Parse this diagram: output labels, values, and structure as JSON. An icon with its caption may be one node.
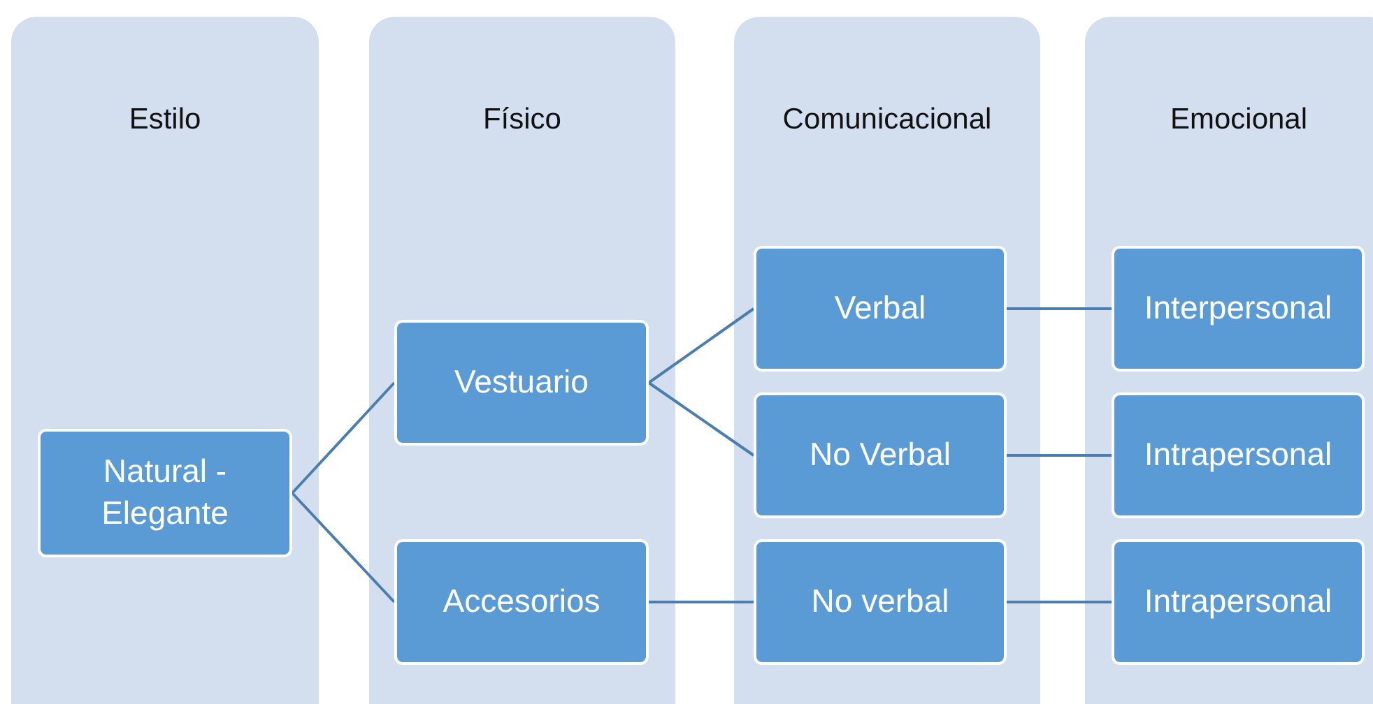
{
  "diagram": {
    "nodes": [
      {
        "text": [
          "Estilo"
        ]
      },
      {
        "text": [
          "Natural - Elegante"
        ],
        "in": 0
      },
      {
        "text": [
          "Físico"
        ]
      },
      {
        "text": [
          "Vestuario"
        ],
        "in": 2
      },
      {
        "text": [
          "Accesorios"
        ],
        "in": 2
      },
      {
        "text": [
          "Comunicacional"
        ]
      },
      {
        "text": [
          "Verbal"
        ],
        "in": 5
      },
      {
        "text": [
          "No Verbal"
        ],
        "in": 5
      },
      {
        "text": [
          "No verbal"
        ],
        "in": 5
      },
      {
        "text": [
          "Emocional"
        ]
      },
      {
        "text": [
          "Interpersonal"
        ],
        "in": 9
      },
      {
        "text": [
          "Intrapersonal"
        ],
        "in": 9
      },
      {
        "text": [
          "Intrapersonal"
        ],
        "in": 9
      }
    ],
    "edges": [
      {
        "from": 1,
        "to": 3,
        "arrow": "none"
      },
      {
        "from": 1,
        "to": 4,
        "arrow": "none"
      },
      {
        "from": 3,
        "to": 6,
        "arrow": "none"
      },
      {
        "from": 3,
        "to": 7,
        "arrow": "none"
      },
      {
        "from": 4,
        "to": 8,
        "arrow": "none"
      },
      {
        "from": 6,
        "to": 10,
        "arrow": "none"
      },
      {
        "from": 7,
        "to": 11,
        "arrow": "none"
      },
      {
        "from": 8,
        "to": 12,
        "arrow": "none"
      }
    ]
  }
}
